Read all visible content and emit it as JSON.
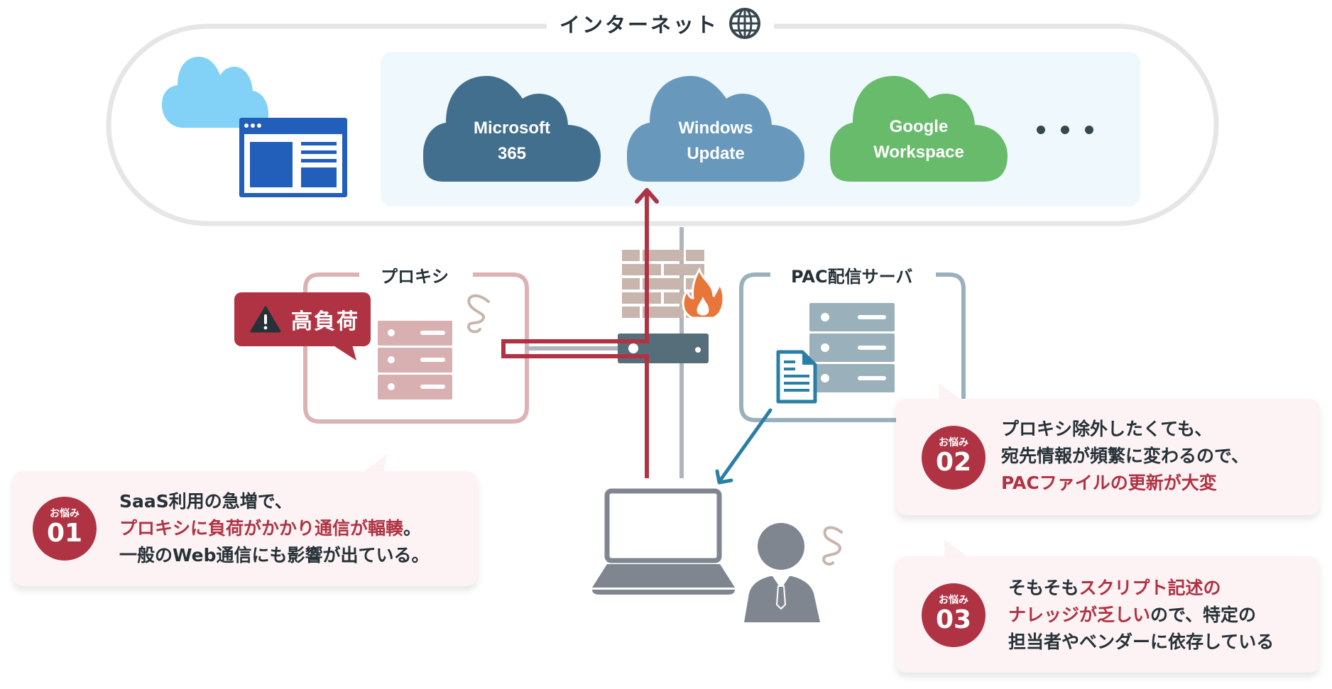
{
  "header": {
    "title": "インターネット",
    "title_icon": "globe-icon"
  },
  "internet": {
    "browser_cloud_icon": "cloud-browser-icon",
    "services": [
      {
        "line1": "Microsoft",
        "line2": "365",
        "color": "#436f8e"
      },
      {
        "line1": "Windows",
        "line2": "Update",
        "color": "#6899bd"
      },
      {
        "line1": "Google",
        "line2": "Workspace",
        "color": "#68bb6b"
      }
    ],
    "more_icon": "ellipsis-icon"
  },
  "proxy": {
    "label": "プロキシ",
    "alert": "高負荷",
    "alert_icon": "warning-icon"
  },
  "firewall": {
    "icon": "firewall-icon"
  },
  "pac_server": {
    "label": "PAC配信サーバ",
    "file_icon": "document-icon"
  },
  "colors": {
    "accent": "#b03344",
    "text": "#263238",
    "panel": "#eef8fd",
    "card": "#fdf3f4",
    "pac_arrow": "#2a7fa6"
  },
  "cards": [
    {
      "badge_small": "お悩み",
      "badge_num": "01",
      "lines": [
        {
          "parts": [
            {
              "t": "SaaS利用の急増で、",
              "hl": false
            }
          ]
        },
        {
          "parts": [
            {
              "t": "プロキシに負荷がかかり通信が輻輳",
              "hl": true
            },
            {
              "t": "。",
              "hl": false
            }
          ]
        },
        {
          "parts": [
            {
              "t": "一般のWeb通信にも影響が出ている。",
              "hl": false
            }
          ]
        }
      ]
    },
    {
      "badge_small": "お悩み",
      "badge_num": "02",
      "lines": [
        {
          "parts": [
            {
              "t": "プロキシ除外したくても、",
              "hl": false
            }
          ]
        },
        {
          "parts": [
            {
              "t": "宛先情報が頻繁に変わるので、",
              "hl": false
            }
          ]
        },
        {
          "parts": [
            {
              "t": "PACファイルの更新が大変",
              "hl": true
            }
          ]
        }
      ]
    },
    {
      "badge_small": "お悩み",
      "badge_num": "03",
      "lines": [
        {
          "parts": [
            {
              "t": "そもそも",
              "hl": false
            },
            {
              "t": "スクリプト記述の",
              "hl": true
            }
          ]
        },
        {
          "parts": [
            {
              "t": "ナレッジが乏しい",
              "hl": true
            },
            {
              "t": "ので、特定の",
              "hl": false
            }
          ]
        },
        {
          "parts": [
            {
              "t": "担当者やベンダーに依存している",
              "hl": false
            }
          ]
        }
      ]
    }
  ]
}
